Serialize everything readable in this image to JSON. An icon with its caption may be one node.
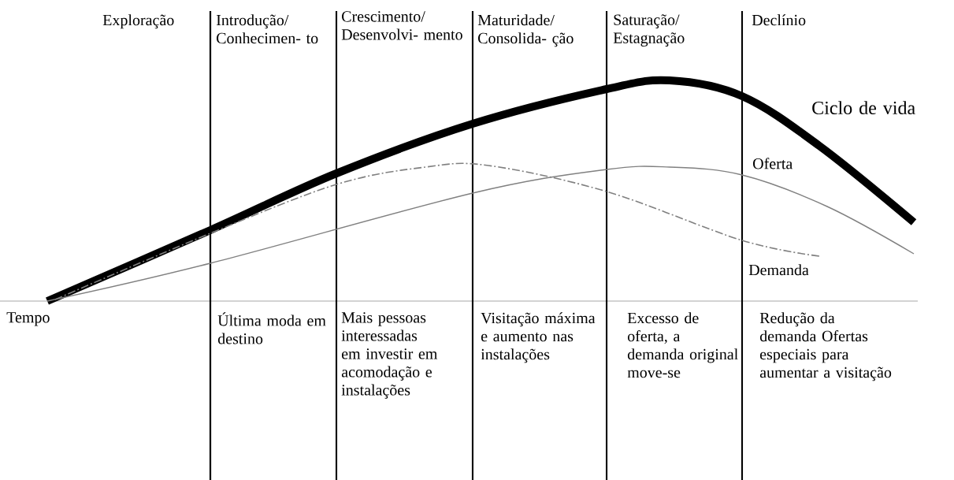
{
  "diagram": {
    "labels": [
      "Exploração",
      "Introdução/ Conhecimen- to",
      "Crescimento/ Desenvolvi- mento",
      "Maturidade/ Consolida- ção",
      "Saturação/ Estagnação",
      "Declínio",
      "Ciclo de vida",
      "Oferta",
      "Demanda",
      "Tempo",
      "Última moda em destino",
      "Mais pessoas interessadas em investir em acomodação e instalações",
      "Visitação máxima e aumento nas instalações",
      "Excesso de oferta, a demanda original move-se",
      "Redução da demanda Ofertas especiais para aumentar a visitação"
    ]
  }
}
